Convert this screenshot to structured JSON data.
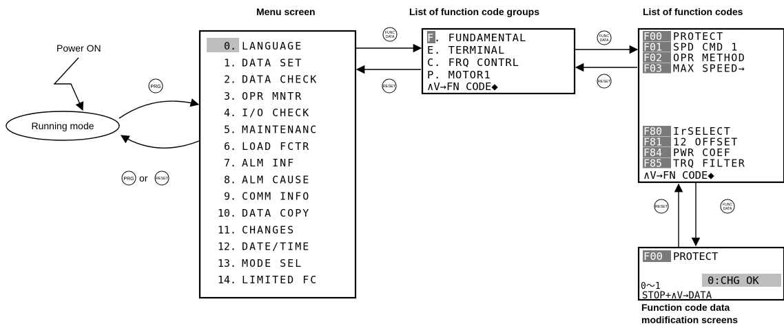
{
  "labels": {
    "menu_screen": "Menu screen",
    "groups": "List of function code groups",
    "codes": "List of function codes",
    "modification_line1": "Function code data",
    "modification_line2": "modification screens",
    "power_on": "Power ON",
    "running_mode": "Running mode",
    "or": "or"
  },
  "buttons": {
    "prg": "PRG",
    "reset": "RESET",
    "func_top": "FUNC",
    "func_bottom": "DATA"
  },
  "menu": {
    "items": [
      {
        "num": "0.",
        "text": "LANGUAGE"
      },
      {
        "num": "1.",
        "text": "DATA SET"
      },
      {
        "num": "2.",
        "text": "DATA CHECK"
      },
      {
        "num": "3.",
        "text": "OPR MNTR"
      },
      {
        "num": "4.",
        "text": "I/O CHECK"
      },
      {
        "num": "5.",
        "text": "MAINTENANC"
      },
      {
        "num": "6.",
        "text": "LOAD FCTR"
      },
      {
        "num": "7.",
        "text": "ALM INF"
      },
      {
        "num": "8.",
        "text": "ALM CAUSE"
      },
      {
        "num": "9.",
        "text": "COMM INFO"
      },
      {
        "num": "10.",
        "text": "DATA COPY"
      },
      {
        "num": "11.",
        "text": "CHANGES"
      },
      {
        "num": "12.",
        "text": "DATE/TIME"
      },
      {
        "num": "13.",
        "text": "MODE SEL"
      },
      {
        "num": "14.",
        "text": "LIMITED FC"
      }
    ]
  },
  "groups": {
    "items": [
      {
        "letter": "F",
        "text": ". FUNDAMENTAL"
      },
      {
        "letter": "E",
        "text": ". TERMINAL"
      },
      {
        "letter": "C",
        "text": ". FRQ CONTRL"
      },
      {
        "letter": "P",
        "text": ". MOTOR1"
      }
    ],
    "footer": "∧V→FN CODE◆"
  },
  "codes": {
    "top": [
      {
        "code": "F00",
        "text": "PROTECT"
      },
      {
        "code": "F01",
        "text": "SPD CMD 1"
      },
      {
        "code": "F02",
        "text": "OPR METHOD"
      },
      {
        "code": "F03",
        "text": "MAX SPEED→"
      }
    ],
    "bottom": [
      {
        "code": "F80",
        "text": "IrSELECT"
      },
      {
        "code": "F81",
        "text": "12 OFFSET"
      },
      {
        "code": "F84",
        "text": "PWR COEF"
      },
      {
        "code": "F85",
        "text": "TRQ FILTER"
      }
    ],
    "footer": "∧V→FN CODE◆"
  },
  "modify": {
    "code": "F00",
    "title": "PROTECT",
    "value": "0:CHG OK",
    "range": "0～1",
    "footer": "STOP+∧V→DATA"
  }
}
